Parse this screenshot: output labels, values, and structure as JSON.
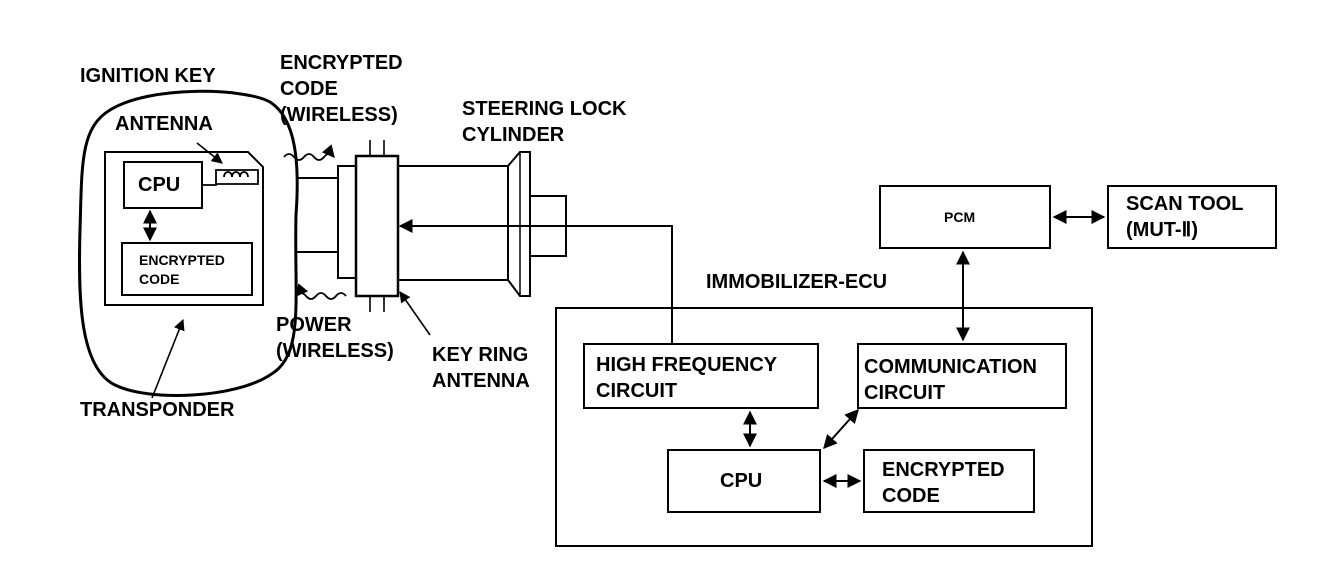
{
  "labels": {
    "ignition_key": "IGNITION KEY",
    "antenna": "ANTENNA",
    "key_cpu": "CPU",
    "key_encrypted_code": [
      "ENCRYPTED",
      "CODE"
    ],
    "transponder": "TRANSPONDER",
    "encrypted_code_wireless": [
      "ENCRYPTED",
      "CODE",
      "(WIRELESS)"
    ],
    "power_wireless": [
      "POWER",
      "(WIRELESS)"
    ],
    "steering_lock_cylinder": [
      "STEERING LOCK",
      "CYLINDER"
    ],
    "key_ring_antenna": [
      "KEY RING",
      "ANTENNA"
    ],
    "pcm": "PCM",
    "scan_tool": [
      "SCAN TOOL",
      "(MUT-Ⅱ)"
    ],
    "immobilizer_ecu": "IMMOBILIZER-ECU",
    "high_frequency_circuit": [
      "HIGH FREQUENCY",
      "CIRCUIT"
    ],
    "communication_circuit": [
      "COMMUNICATION",
      "CIRCUIT"
    ],
    "ecu_cpu": "CPU",
    "ecu_encrypted_code": [
      "ENCRYPTED",
      "CODE"
    ]
  },
  "colors": {
    "ink": "#000000",
    "paper": "#ffffff"
  }
}
